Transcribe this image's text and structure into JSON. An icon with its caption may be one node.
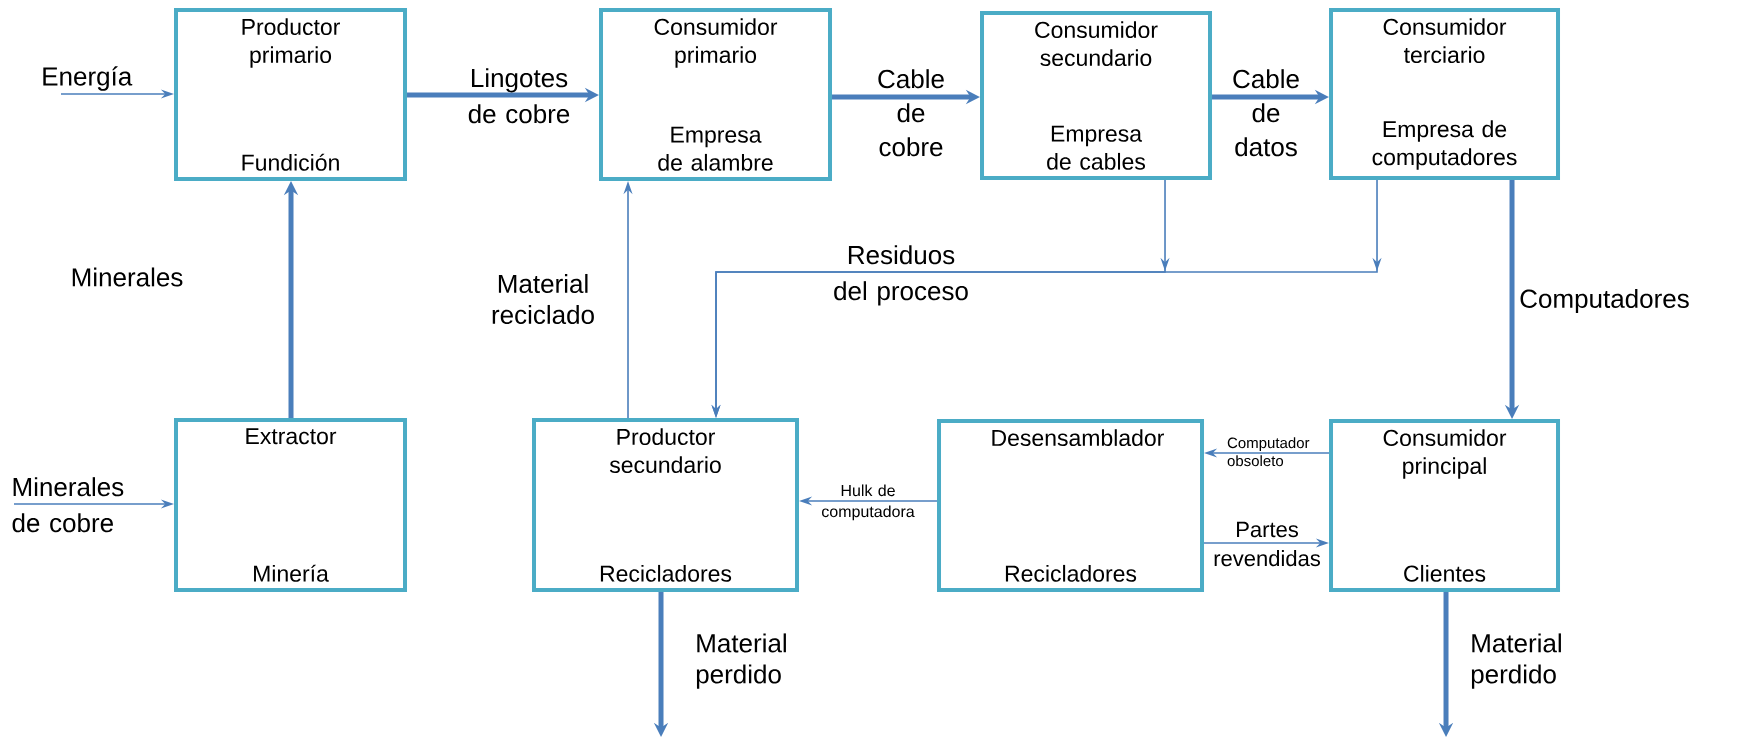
{
  "diagram": {
    "nodes": [
      {
        "text": [
          "Productor primario",
          "Fundición"
        ]
      },
      {
        "text": [
          "Consumidor primario",
          "Empresa de alambre"
        ]
      },
      {
        "text": [
          "Consumidor secundario",
          "Empresa de cables"
        ]
      },
      {
        "text": [
          "Consumidor terciario",
          "Empresa de computadores"
        ]
      },
      {
        "text": [
          "Extractor",
          "Minería"
        ]
      },
      {
        "text": [
          "Productor secundario",
          "Recicladores"
        ]
      },
      {
        "text": [
          "Desensamblador",
          "Recicladores"
        ]
      },
      {
        "text": [
          "Consumidor principal",
          "Clientes"
        ]
      }
    ],
    "edges": [
      {
        "from": null,
        "to": 0,
        "arrow": "to",
        "label": "Energía"
      },
      {
        "from": 4,
        "to": 0,
        "arrow": "to",
        "label": "Minerales",
        "style": "thick"
      },
      {
        "from": null,
        "to": 4,
        "arrow": "to",
        "label": "Minerales de cobre"
      },
      {
        "from": 0,
        "to": 1,
        "arrow": "to",
        "label": "Lingotes de cobre",
        "style": "thick"
      },
      {
        "from": 1,
        "to": 2,
        "arrow": "to",
        "label": "Cable de cobre",
        "style": "thick"
      },
      {
        "from": 2,
        "to": 3,
        "arrow": "to",
        "label": "Cable de datos",
        "style": "thick"
      },
      {
        "from": 3,
        "to": 7,
        "arrow": "to",
        "label": "Computadores",
        "style": "thick"
      },
      {
        "from": 5,
        "to": 1,
        "arrow": "to",
        "label": "Material reciclado"
      },
      {
        "from": 2,
        "to": 5,
        "arrow": "to",
        "label": "Residuos del proceso"
      },
      {
        "from": 3,
        "to": 5,
        "arrow": "to"
      },
      {
        "from": 6,
        "to": 5,
        "arrow": "to",
        "label": "Hulk de computadora"
      },
      {
        "from": 7,
        "to": 6,
        "arrow": "to",
        "label": "Computador obsoleto"
      },
      {
        "from": 6,
        "to": 7,
        "arrow": "to",
        "label": "Partes revendidas"
      },
      {
        "from": 5,
        "to": null,
        "arrow": "to",
        "label": "Material perdido",
        "style": "thick"
      },
      {
        "from": 7,
        "to": null,
        "arrow": "to",
        "label": "Material perdido",
        "style": "thick"
      }
    ]
  }
}
